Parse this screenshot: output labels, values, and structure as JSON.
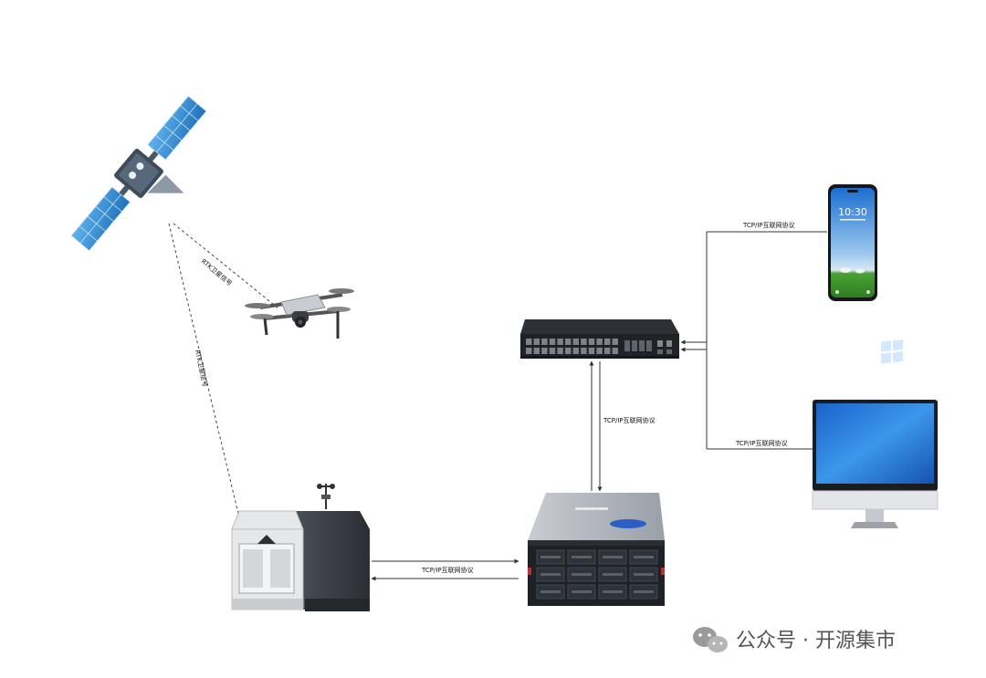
{
  "links": {
    "satellite_drone": "RTK卫星信号",
    "satellite_dock": "RTK卫星信号",
    "switch_phone": "TCP/IP互联网协议",
    "switch_pc": "TCP/IP互联网协议",
    "switch_server": "TCP/IP互联网协议",
    "dock_server": "TCP/IP互联网协议"
  },
  "phone": {
    "time": "10:30"
  },
  "watermark": {
    "text": "公众号 · 开源集市"
  },
  "colors": {
    "line": "#333333",
    "satellite_panel": "#2f8fd6",
    "satellite_body": "#3c4b5a",
    "server": "#1e2126",
    "dock_body": "#3a3d44",
    "dock_front": "#e4e4e6",
    "monitor_screen": "#2a7fd8",
    "phone_sky": "#7fb6e6",
    "phone_grass": "#3d9a2c"
  }
}
